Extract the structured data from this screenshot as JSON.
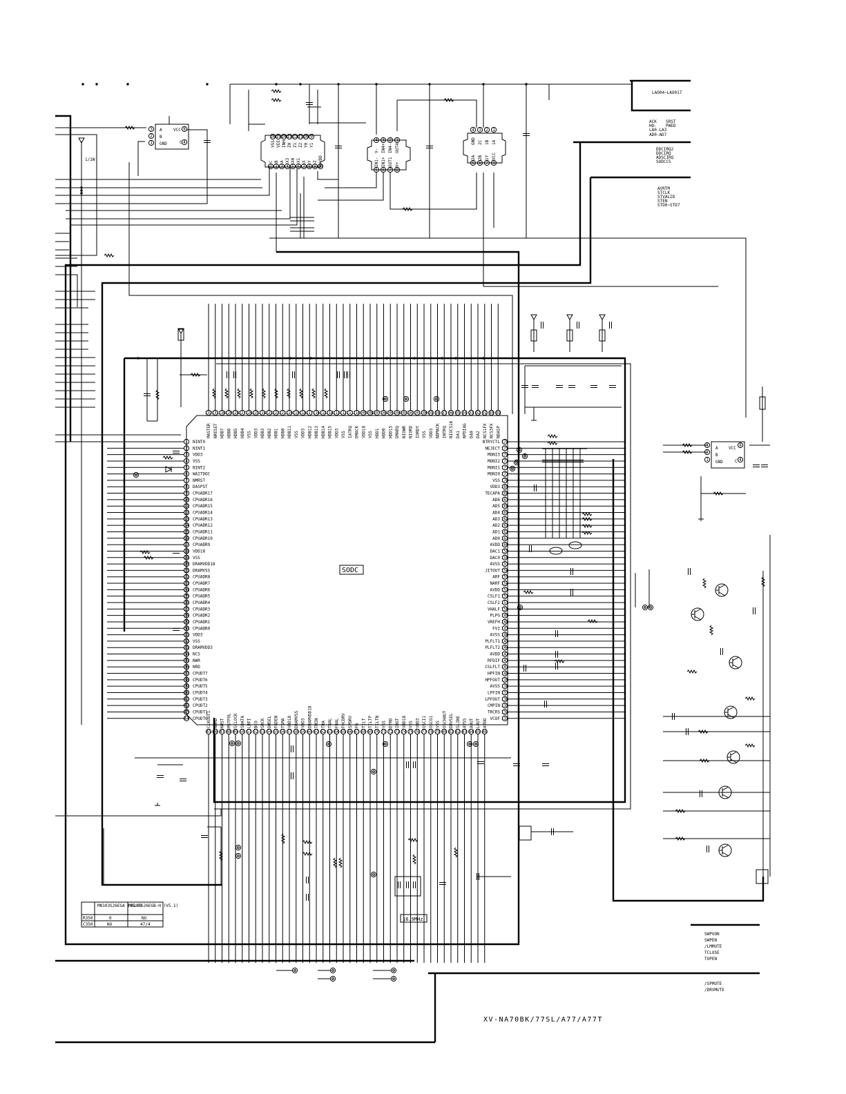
{
  "main_ic": {
    "label": "SODC",
    "pins_left": [
      "NINT0",
      "NINT1",
      "VDD3",
      "VSS",
      "NINT2",
      "WAITDOC",
      "NMRST",
      "DASPST",
      "CPUADR17",
      "CPUADR16",
      "CPUADR15",
      "CPUADR14",
      "CPUADR13",
      "CPUADR12",
      "CPUADR11",
      "CPUADR10",
      "CPUADR9",
      "VDD18",
      "VSS",
      "DRAMVDD18",
      "DRAMVSS",
      "CPUADR8",
      "CPUADR7",
      "CPUADR6",
      "CPUADR5",
      "CPUADR4",
      "CPUADR3",
      "CPUADR2",
      "CPUADR1",
      "CPUADR0",
      "VDD3",
      "VSS",
      "DRAMVDD3",
      "NCS",
      "NWR",
      "NRD",
      "CPUDT7",
      "CPUDT6",
      "CPUDT5",
      "CPUDT4",
      "CPUDT3",
      "CPUDT2",
      "CPUDT1",
      "CPUDT0"
    ],
    "pins_right": [
      "NTRYCTL",
      "NEJECT",
      "MONI3",
      "MONI2",
      "MONI1",
      "MONI0",
      "VSS",
      "VDD3",
      "TECAPA",
      "AD6",
      "AD5",
      "AD4",
      "AD3",
      "AD2",
      "AD1",
      "AD0",
      "AVDD",
      "DAC1",
      "DAC0",
      "AVSS",
      "JITOUT",
      "ARF",
      "NARF",
      "AVDD",
      "CSLF1",
      "CSLF2",
      "VHALF",
      "PLPG",
      "VREFH",
      "FVI",
      "AVSS",
      "PLFLT1",
      "PLFLT2",
      "AVDD",
      "RFDIF",
      "CSLFLT",
      "HPFIN",
      "HPFOUT",
      "AVSS",
      "LPFIN",
      "LPFOUT",
      "CMPIN",
      "TRCRS",
      "VCOF"
    ],
    "pins_top": [
      "MASTER",
      "NRESET",
      "HDB7",
      "HDB6",
      "HDB5",
      "HDB4",
      "VSS",
      "VDD3",
      "HDB3",
      "HDB2",
      "HDB1",
      "HDB0",
      "HDB11",
      "VSS",
      "VDD3",
      "HDB12",
      "HDB13",
      "HDB14",
      "HDB15",
      "VDD3",
      "VSS",
      "IATRQ",
      "DMACK",
      "VDD18",
      "VSS",
      "HDD1",
      "HDD0",
      "HDD15",
      "DMARQ",
      "NIOWR",
      "NIORD",
      "IORDY",
      "VSS",
      "VDD3",
      "NDMACK",
      "INTRQ",
      "NIOCS16",
      "DA1",
      "NPDIAG",
      "DA0",
      "DA2",
      "NCS1FX",
      "NCS3FX",
      "NDASP"
    ],
    "pins_bottom": [
      "CLKOUT1",
      "NMRD",
      "NRST",
      "MSTPOL",
      "SCLOCK",
      "SDATA",
      "LRFI",
      "BCO",
      "SRCK",
      "DMSEL",
      "FGDEN",
      "TSMA",
      "VDD18",
      "DRAMVSS",
      "VDD3",
      "DRAMVDD18",
      "TMIN",
      "TRA",
      "TBAL",
      "FBAL",
      "FOCDRV",
      "SPDRV",
      "FG",
      "TILT",
      "TILTP",
      "TILTN",
      "VSS",
      "DTRD",
      "IDGT",
      "VDD18",
      "VSS",
      "VDD3",
      "OSCI1",
      "OSCO1",
      "VSS",
      "OSCHAUT",
      "DRVSEL",
      "SLINE",
      "AVSS",
      "AOUT",
      "LOUT",
      "AVDD"
    ]
  },
  "ics": [
    {
      "label_a": "A",
      "label_b": "B",
      "label_gnd": "GND",
      "label_vcc": "VCC",
      "label_c": "C"
    },
    {
      "label_a": "A",
      "label_b": "B",
      "label_gnd": "GND",
      "label_vcc": "VCC",
      "label_c": "C"
    }
  ],
  "ic_mux": {
    "pins_top": [
      "VSS",
      "VEE",
      "INH",
      "Z0",
      "Z1",
      "Z2",
      "Y0",
      "Y1"
    ],
    "pins_bottom": [
      "C",
      "B",
      "A",
      "X3",
      "X0",
      "X1",
      "X",
      "Y",
      "Z",
      "VDD"
    ]
  },
  "ic_buffer": {
    "pins_top": [
      "V-",
      "IN4+",
      "IN4-",
      "OUT4"
    ],
    "pins_bottom": [
      "IN1-",
      "IN1+",
      "OUT1",
      "V+"
    ]
  },
  "ic_gate": {
    "pins_top": [
      "GND",
      "2C",
      "1B",
      "1A"
    ],
    "pins_bottom": [
      "2A",
      "2B",
      "1Y",
      "VCC"
    ]
  },
  "bus_labels": {
    "top": [
      "LAO04~LAO017"
    ],
    "group1": [
      "ACK",
      "SRST",
      "HD-",
      "PWED",
      "LA0-LA3",
      "AD0-AD7"
    ],
    "group2": [
      "DDCIRQ2",
      "DDCIRQ",
      "ADSCIRQ",
      "SODCCS"
    ],
    "group3": [
      "AVRTM",
      "STCLK",
      "STVALID",
      "STEN",
      "STD0~STD7"
    ],
    "group4": [
      "SWPUON",
      "SWPEN",
      "/LMMUTE",
      "TCLOSE",
      "TOPEN"
    ],
    "group5": [
      "/SPMUTE",
      "/DRVMUTE"
    ]
  },
  "labels": {
    "resistor_rating": "1/2W",
    "crystal": "16.9MHz",
    "model": "XV-NA70BK/77SL/A77/A77T"
  },
  "variant_table": {
    "headers": [
      "",
      "MN103S26EGA\n(V5.0)",
      "MN103S26EGB-H\n(V5.1)"
    ],
    "rows": [
      [
        "R350",
        "0",
        "NU"
      ],
      [
        "C350",
        "NU",
        "47/4"
      ]
    ]
  }
}
